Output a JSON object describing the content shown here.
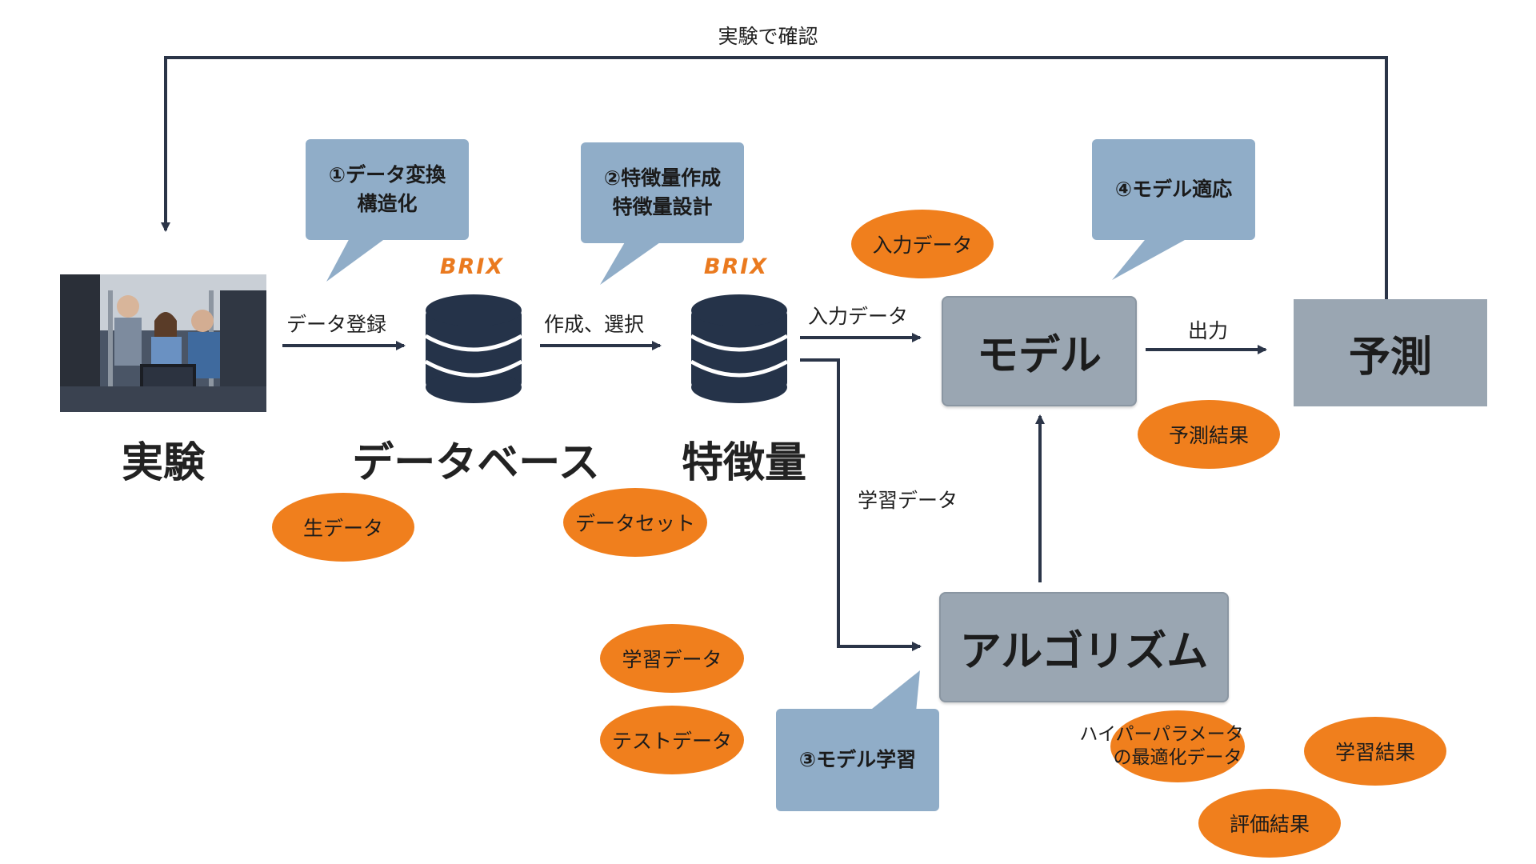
{
  "top_loop_label": "実験で確認",
  "main_labels": {
    "experiment": "実験",
    "database": "データベース",
    "features": "特徴量"
  },
  "edge_labels": {
    "register": "データ登録",
    "create_select": "作成、選択",
    "input_data": "入力データ",
    "output": "出力",
    "training_data": "学習データ"
  },
  "nodes": {
    "model": "モデル",
    "prediction": "予測",
    "algorithm": "アルゴリズム"
  },
  "callouts": {
    "c1": {
      "line1": "①データ変換",
      "line2": "構造化"
    },
    "c2": {
      "line1": "②特徴量作成",
      "line2": "特徴量設計"
    },
    "c3": {
      "line1": "③モデル学習"
    },
    "c4": {
      "line1": "④モデル適応"
    }
  },
  "ovals": {
    "raw_data": "生データ",
    "dataset": "データセット",
    "input_data": "入力データ",
    "prediction_result": "予測結果",
    "training_data": "学習データ",
    "test_data": "テストデータ",
    "hyperparam_line1": "ハイパーパラメータ",
    "hyperparam_line2": "の最適化データ",
    "training_result": "学習結果",
    "evaluation_result": "評価結果"
  },
  "brix_logo": "BRIX",
  "colors": {
    "line": "#2b3548",
    "db": "#253349",
    "node": "#9aa6b2",
    "callout": "#90adc8",
    "oval": "#f07f1d",
    "brix": "#ea7a1f"
  }
}
